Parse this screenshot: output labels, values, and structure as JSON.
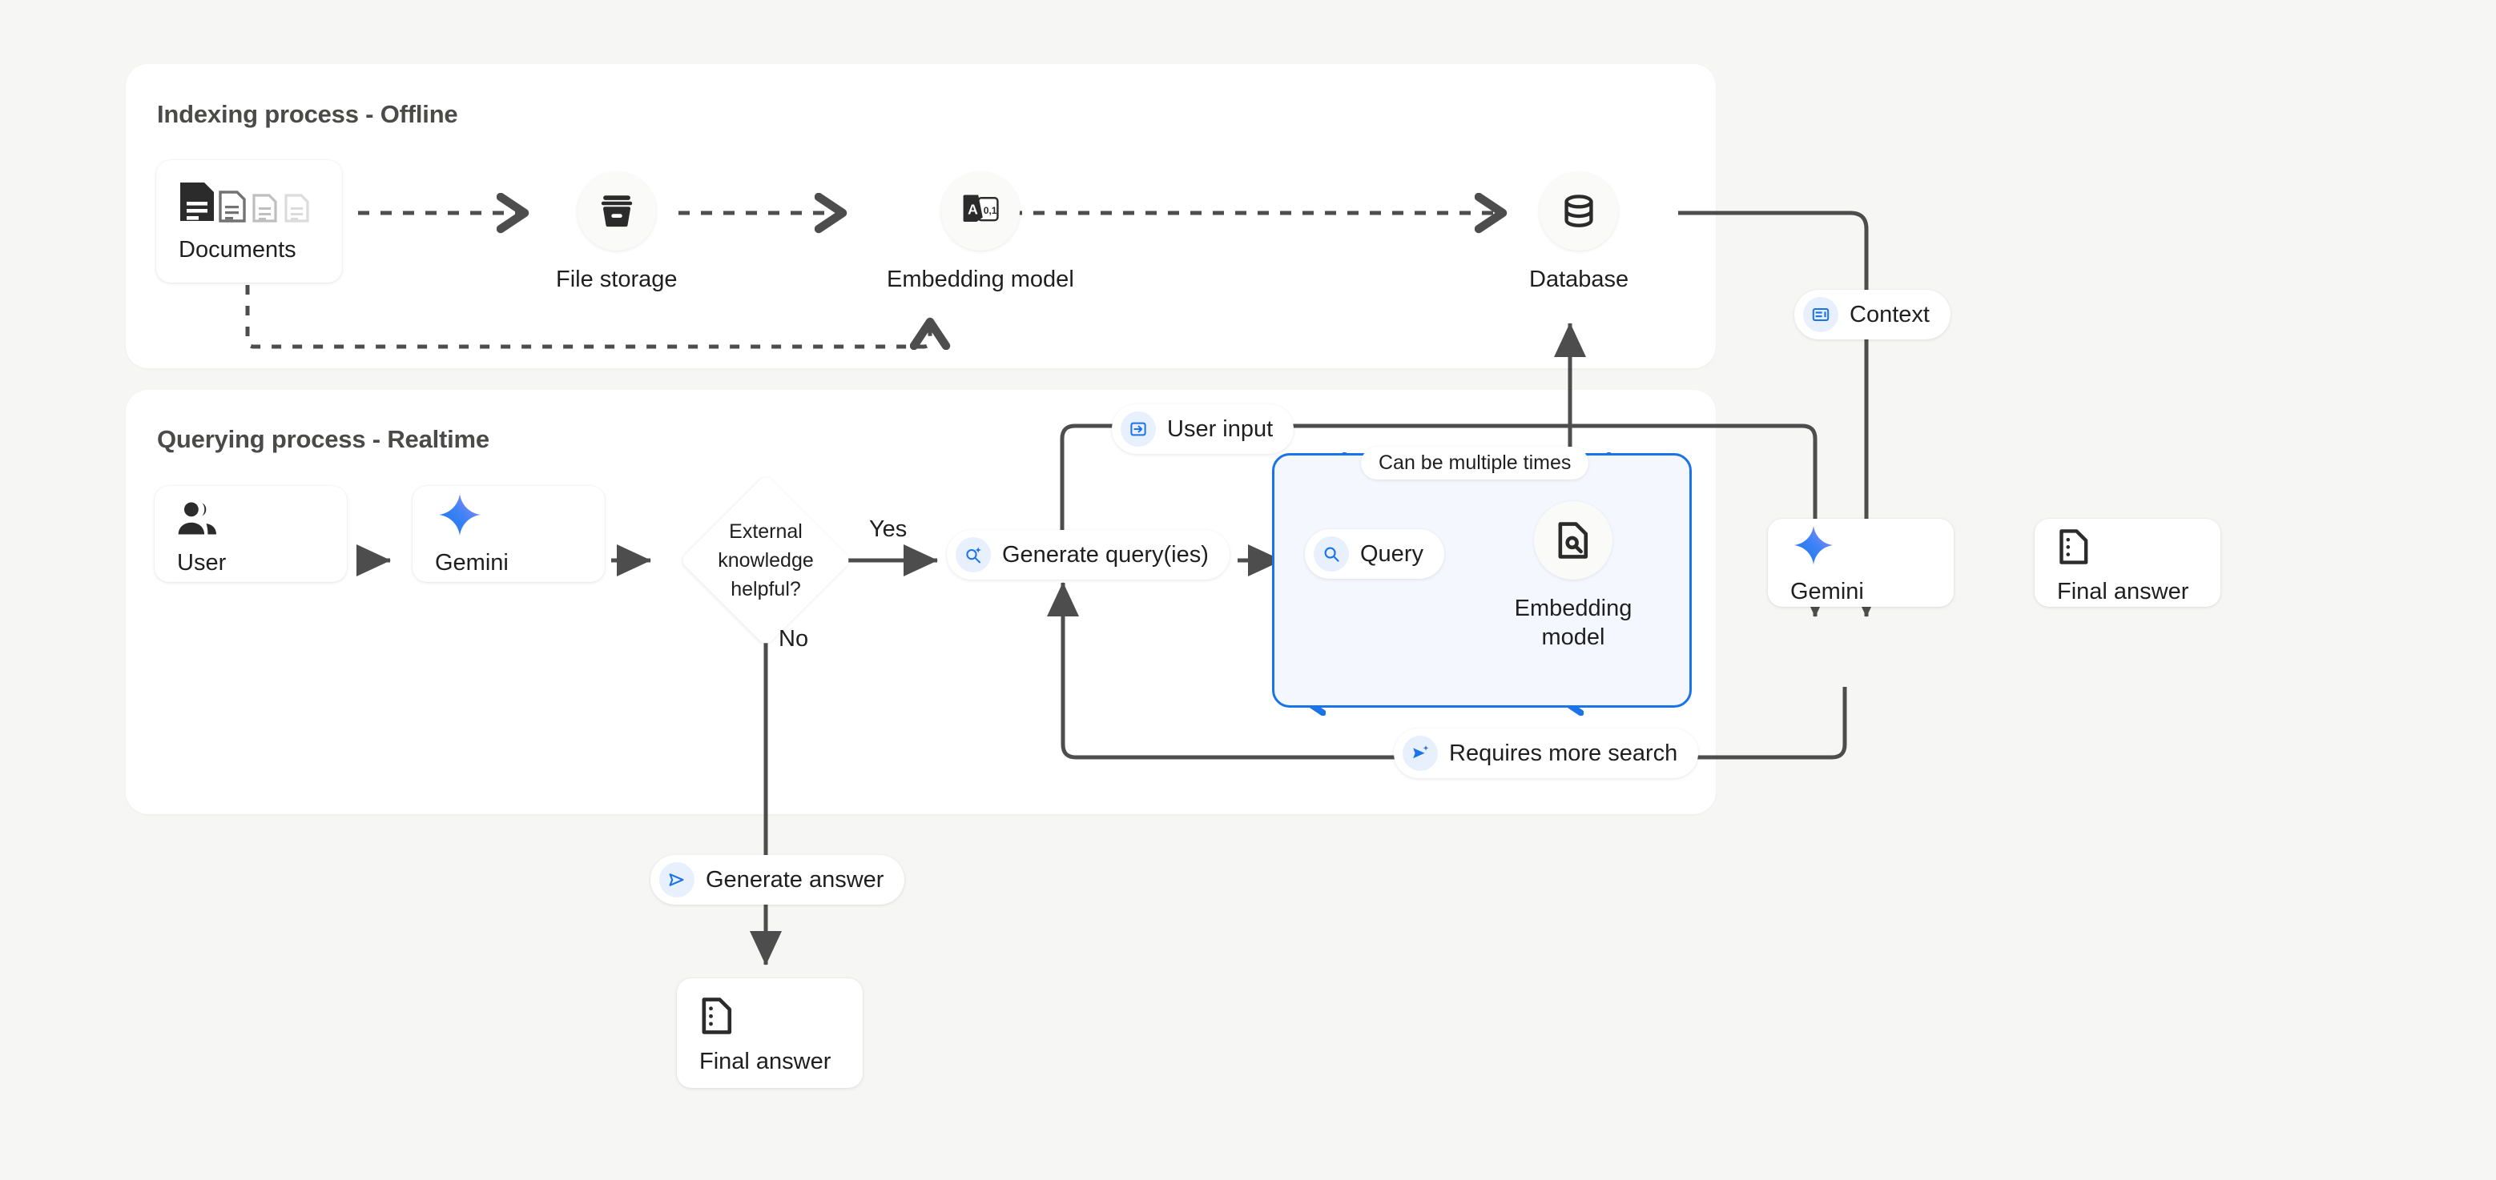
{
  "background": "#f6f6f4",
  "accent": "#1a73e8",
  "panels": [
    {
      "title": "Indexing process - Offline"
    },
    {
      "title": "Querying process - Realtime"
    }
  ],
  "indexing": {
    "documents": {
      "label": "Documents",
      "icon": "documents-icon"
    },
    "file_storage": {
      "label": "File storage",
      "icon": "archive-icon"
    },
    "embedding_model": {
      "label": "Embedding model",
      "icon": "text-to-vector-icon"
    },
    "database": {
      "label": "Database",
      "icon": "database-icon"
    }
  },
  "querying": {
    "user": {
      "label": "User",
      "icon": "users-icon"
    },
    "gemini_left": {
      "label": "Gemini",
      "icon": "gemini-sparkle-icon"
    },
    "decision": {
      "label": "External knowledge helpful?"
    },
    "yes_label": "Yes",
    "no_label": "No",
    "generate_queries": {
      "label": "Generate query(ies)",
      "icon": "search-sparkle-icon"
    },
    "loop_note": "Can be multiple times",
    "query": {
      "label": "Query",
      "icon": "search-icon"
    },
    "embedding_model": {
      "label": "Embedding model",
      "icon": "document-search-icon"
    },
    "gemini_right": {
      "label": "Gemini",
      "icon": "gemini-sparkle-icon"
    },
    "final_answer_right": {
      "label": "Final answer",
      "icon": "answer-doc-icon"
    },
    "final_answer_bottom": {
      "label": "Final answer",
      "icon": "answer-doc-icon"
    }
  },
  "edge_pills": {
    "context": {
      "label": "Context",
      "icon": "context-card-icon"
    },
    "user_input": {
      "label": "User input",
      "icon": "input-arrow-icon"
    },
    "requires_more_search": {
      "label": "Requires more search",
      "icon": "send-sparkle-icon"
    },
    "generate_answer": {
      "label": "Generate answer",
      "icon": "send-icon"
    }
  }
}
